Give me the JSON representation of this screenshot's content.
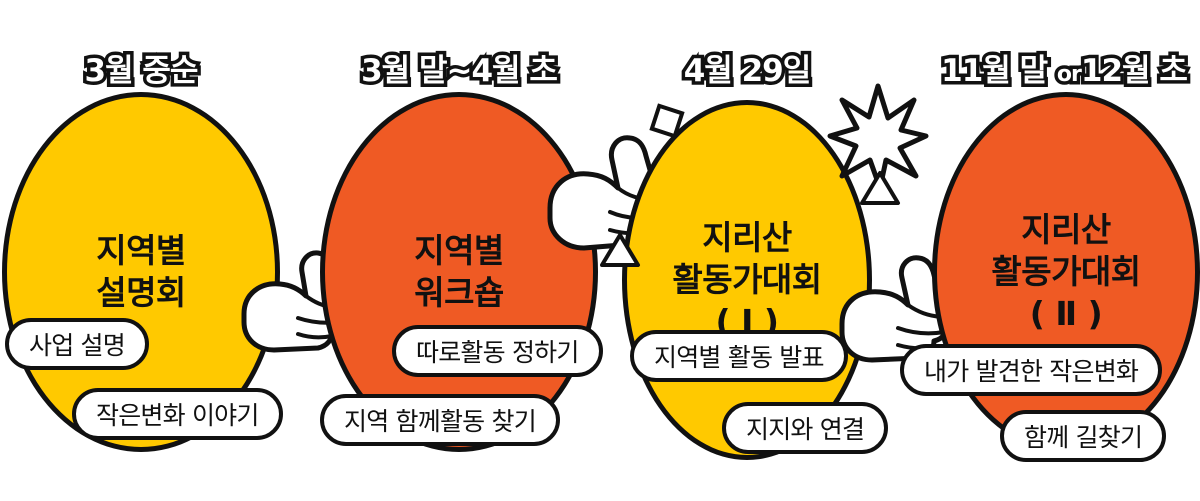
{
  "diagram": {
    "title_text_language": "ko",
    "palette": {
      "yellow": "#FFC900",
      "orange": "#EF5A24",
      "outline": "#111111",
      "pill_background": "#FFFFFF",
      "hand_fill": "#FFFFFF"
    }
  },
  "stages": [
    {
      "id": "stage-1",
      "date_label": "3월 중순",
      "oval_label": "지역별\n설명회",
      "color": "yellow",
      "pills": [
        "사업 설명",
        "작은변화 이야기"
      ]
    },
    {
      "id": "stage-2",
      "date_label": "3월 말~4월 초",
      "oval_label": "지역별\n워크숍",
      "color": "orange",
      "pills": [
        "따로활동 정하기",
        "지역 함께활동 찾기"
      ]
    },
    {
      "id": "stage-3",
      "date_label": "4월 29일",
      "oval_label": "지리산\n활동가대회\n( Ⅰ )",
      "color": "yellow",
      "pills": [
        "지역별 활동 발표",
        "지지와 연결"
      ]
    },
    {
      "id": "stage-4",
      "date_label_parts": {
        "before": "11월 말 ",
        "small": "or",
        "after": "12월 초"
      },
      "date_label": "11월 말 or 12월 초",
      "oval_label": "지리산\n활동가대회\n( Ⅱ )",
      "color": "orange",
      "pills": [
        "내가 발견한 작은변화",
        "함께 길찾기"
      ]
    }
  ],
  "connectors": [
    {
      "id": "hand-1",
      "icon": "pointing-hand-icon",
      "from": "stage-1",
      "to": "stage-2"
    },
    {
      "id": "hand-2",
      "icon": "pointing-hand-icon",
      "from": "stage-2",
      "to": "stage-3"
    },
    {
      "id": "hand-3",
      "icon": "pointing-hand-icon",
      "from": "stage-3",
      "to": "stage-4"
    }
  ],
  "decorations": [
    {
      "id": "deco-square",
      "icon": "rotated-square-icon"
    },
    {
      "id": "deco-star",
      "icon": "eight-point-star-icon"
    },
    {
      "id": "deco-triangle-left",
      "icon": "triangle-up-icon"
    },
    {
      "id": "deco-triangle-right",
      "icon": "triangle-up-icon"
    }
  ]
}
